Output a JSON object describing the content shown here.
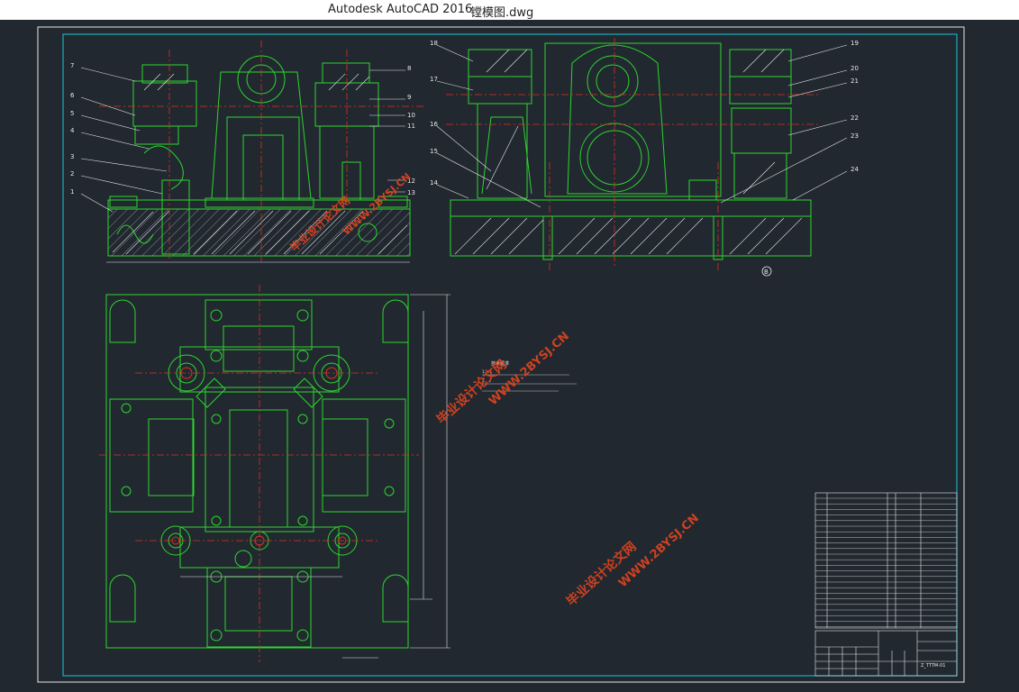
{
  "window": {
    "app_title": "Autodesk AutoCAD 2016",
    "file_name": "镗模图.dwg"
  },
  "drawing": {
    "part_labels": [
      "1",
      "2",
      "3",
      "4",
      "5",
      "6",
      "7",
      "8",
      "9",
      "10",
      "11",
      "12",
      "13",
      "14",
      "15",
      "16",
      "17",
      "18",
      "19",
      "20",
      "21",
      "22",
      "23",
      "24"
    ],
    "section_mark": "B",
    "tech_requirements": [
      "技术要求",
      "1、...",
      "2、..."
    ],
    "drawing_number": "Z_TTTM-01"
  },
  "watermarks": {
    "line1": "毕业设计论文网",
    "line2": "WWW.2BYSJ.CN"
  },
  "colors": {
    "background": "#212830",
    "green": "#2ed62e",
    "red": "#e0301e",
    "white": "#e8e8e8",
    "cyan": "#19c8d8",
    "yellow": "#d8d820",
    "watermark": "#e2441e"
  }
}
